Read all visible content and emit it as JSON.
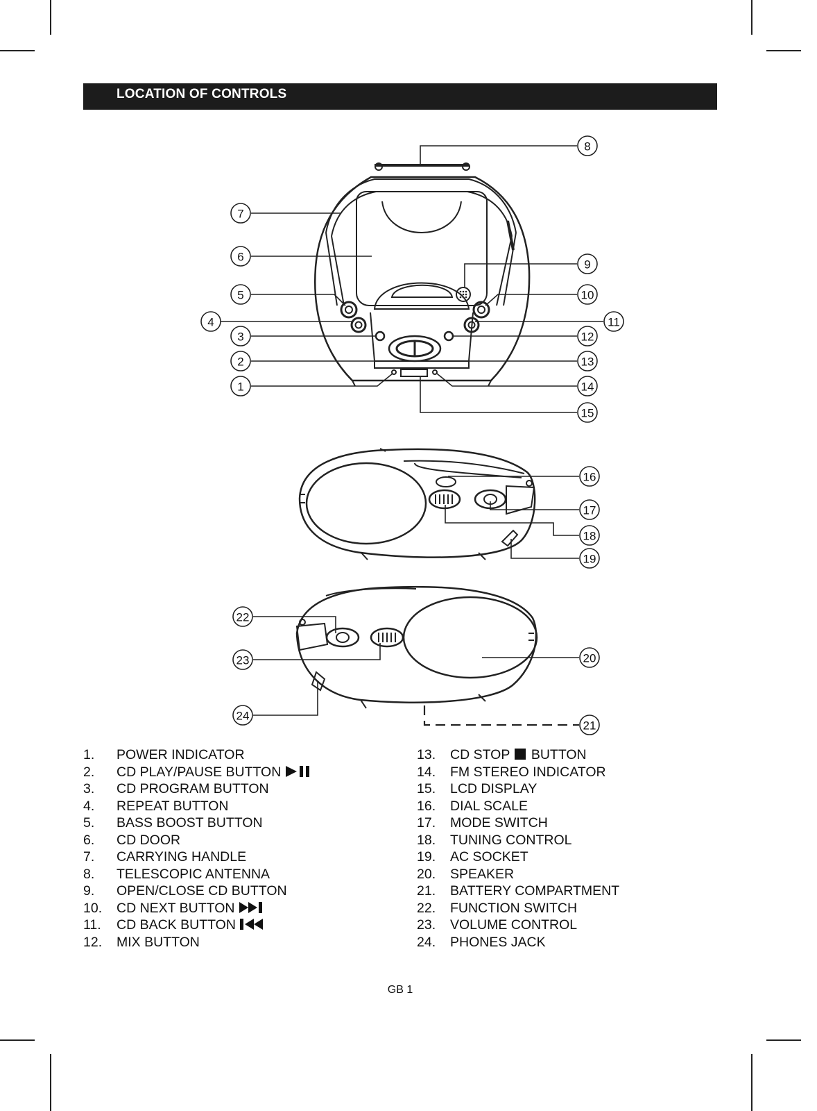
{
  "header": {
    "title": "LOCATION OF CONTROLS"
  },
  "callouts": [
    "1",
    "2",
    "3",
    "4",
    "5",
    "6",
    "7",
    "8",
    "9",
    "10",
    "11",
    "12",
    "13",
    "14",
    "15",
    "16",
    "17",
    "18",
    "19",
    "20",
    "21",
    "22",
    "23",
    "24"
  ],
  "controls_left": [
    {
      "num": "1.",
      "label": "POWER INDICATOR"
    },
    {
      "num": "2.",
      "label": "CD PLAY/PAUSE BUTTON"
    },
    {
      "num": "3.",
      "label": "CD PROGRAM BUTTON"
    },
    {
      "num": "4.",
      "label": "REPEAT BUTTON"
    },
    {
      "num": "5.",
      "label": "BASS BOOST BUTTON"
    },
    {
      "num": "6.",
      "label": "CD DOOR"
    },
    {
      "num": "7.",
      "label": "CARRYING HANDLE"
    },
    {
      "num": "8.",
      "label": "TELESCOPIC ANTENNA"
    },
    {
      "num": "9.",
      "label": "OPEN/CLOSE CD BUTTON"
    },
    {
      "num": "10.",
      "label": "CD NEXT BUTTON"
    },
    {
      "num": "11.",
      "label": "CD BACK BUTTON"
    },
    {
      "num": "12.",
      "label": "MIX BUTTON"
    }
  ],
  "controls_right": [
    {
      "num": "13.",
      "label_pre": "CD STOP",
      "label_post": "BUTTON"
    },
    {
      "num": "14.",
      "label": "FM STEREO INDICATOR"
    },
    {
      "num": "15.",
      "label": "LCD DISPLAY"
    },
    {
      "num": "16.",
      "label": "DIAL SCALE"
    },
    {
      "num": "17.",
      "label": "MODE SWITCH"
    },
    {
      "num": "18.",
      "label": "TUNING CONTROL"
    },
    {
      "num": "19.",
      "label": "AC SOCKET"
    },
    {
      "num": "20.",
      "label": "SPEAKER"
    },
    {
      "num": "21.",
      "label": "BATTERY COMPARTMENT"
    },
    {
      "num": "22.",
      "label": "FUNCTION SWITCH"
    },
    {
      "num": "23.",
      "label": "VOLUME CONTROL"
    },
    {
      "num": "24.",
      "label": "PHONES JACK"
    }
  ],
  "icons": {
    "play_pause": "play-pause-icon",
    "next": "skip-next-icon",
    "back": "skip-back-icon",
    "stop": "stop-square-icon"
  },
  "footer": {
    "page": "GB 1"
  }
}
